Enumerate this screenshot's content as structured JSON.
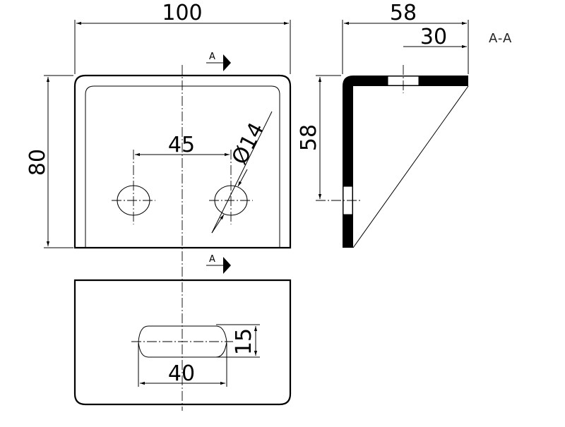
{
  "section_label": "A-A",
  "section_arrow_letter": "A",
  "dimensions": {
    "width_total": "100",
    "height_total": "80",
    "hole_spacing": "45",
    "hole_diameter": "Ø14",
    "side_width": "58",
    "side_offset": "30",
    "side_height": "58",
    "slot_length": "40",
    "slot_height": "15"
  }
}
